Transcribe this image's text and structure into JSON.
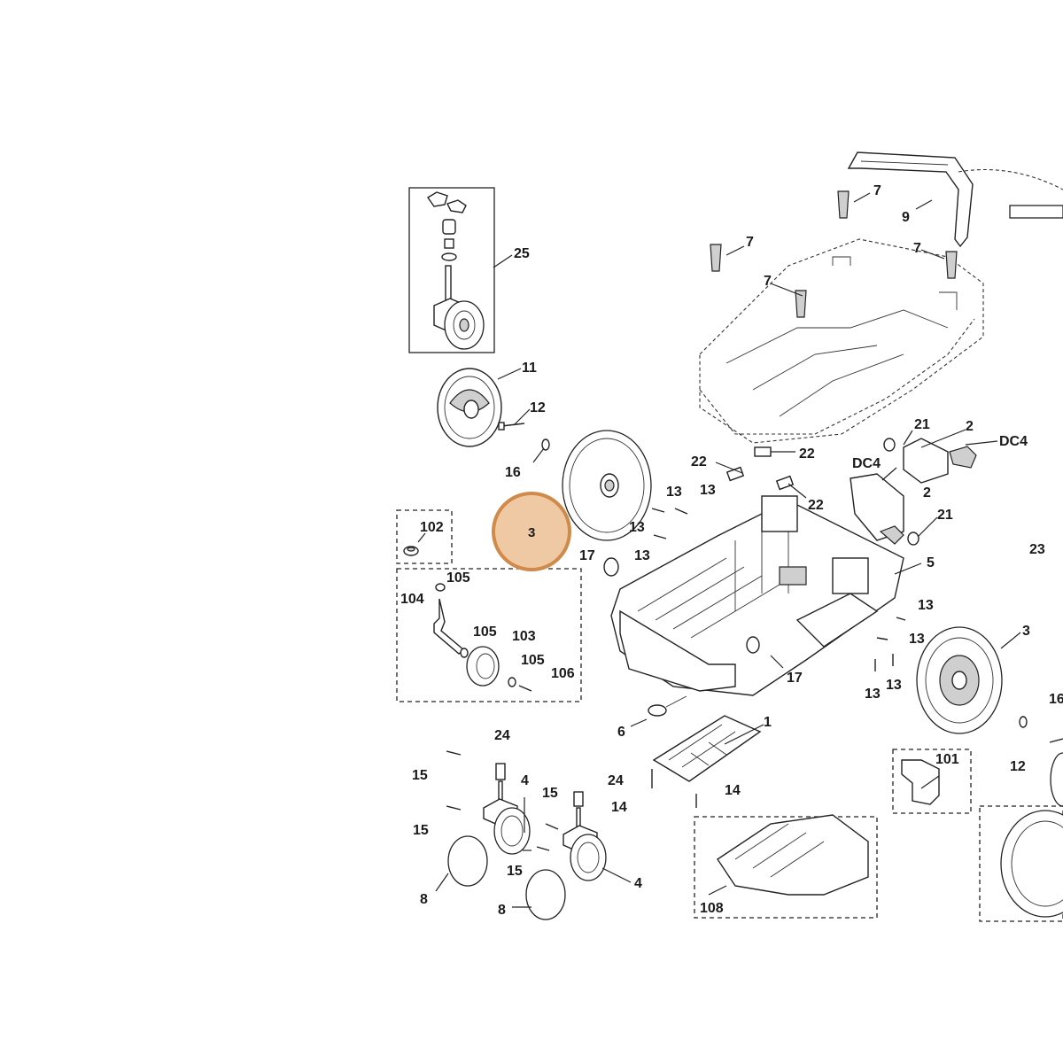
{
  "diagram": {
    "highlight": {
      "label": "3",
      "color": "#d08a4a",
      "fill": "#efc9a4"
    },
    "callouts": [
      {
        "id": "c25",
        "text": "25"
      },
      {
        "id": "c11",
        "text": "11"
      },
      {
        "id": "c12a",
        "text": "12"
      },
      {
        "id": "c16a",
        "text": "16"
      },
      {
        "id": "c102",
        "text": "102"
      },
      {
        "id": "c105a",
        "text": "105"
      },
      {
        "id": "c104",
        "text": "104"
      },
      {
        "id": "c105b",
        "text": "105"
      },
      {
        "id": "c103",
        "text": "103"
      },
      {
        "id": "c105c",
        "text": "105"
      },
      {
        "id": "c106",
        "text": "106"
      },
      {
        "id": "c17a",
        "text": "17"
      },
      {
        "id": "c13a",
        "text": "13"
      },
      {
        "id": "c13b",
        "text": "13"
      },
      {
        "id": "c13c",
        "text": "13"
      },
      {
        "id": "c13d",
        "text": "13"
      },
      {
        "id": "c22a",
        "text": "22"
      },
      {
        "id": "c22b",
        "text": "22"
      },
      {
        "id": "c22c",
        "text": "22"
      },
      {
        "id": "c7a",
        "text": "7"
      },
      {
        "id": "c7b",
        "text": "7"
      },
      {
        "id": "c7c",
        "text": "7"
      },
      {
        "id": "c7d",
        "text": "7"
      },
      {
        "id": "c9",
        "text": "9"
      },
      {
        "id": "c21a",
        "text": "21"
      },
      {
        "id": "c21b",
        "text": "21"
      },
      {
        "id": "c2a",
        "text": "2"
      },
      {
        "id": "c2b",
        "text": "2"
      },
      {
        "id": "cdc4a",
        "text": "DC4"
      },
      {
        "id": "cdc4b",
        "text": "DC4"
      },
      {
        "id": "c23",
        "text": "23"
      },
      {
        "id": "c5",
        "text": "5"
      },
      {
        "id": "c13e",
        "text": "13"
      },
      {
        "id": "c13f",
        "text": "13"
      },
      {
        "id": "c13g",
        "text": "13"
      },
      {
        "id": "c13h",
        "text": "13"
      },
      {
        "id": "c3b",
        "text": "3"
      },
      {
        "id": "c16b",
        "text": "16"
      },
      {
        "id": "c12b",
        "text": "12"
      },
      {
        "id": "c17b",
        "text": "17"
      },
      {
        "id": "c6",
        "text": "6"
      },
      {
        "id": "c1",
        "text": "1"
      },
      {
        "id": "c14a",
        "text": "14"
      },
      {
        "id": "c14b",
        "text": "14"
      },
      {
        "id": "c24a",
        "text": "24"
      },
      {
        "id": "c24b",
        "text": "24"
      },
      {
        "id": "c15a",
        "text": "15"
      },
      {
        "id": "c15b",
        "text": "15"
      },
      {
        "id": "c15c",
        "text": "15"
      },
      {
        "id": "c15d",
        "text": "15"
      },
      {
        "id": "c4a",
        "text": "4"
      },
      {
        "id": "c4b",
        "text": "4"
      },
      {
        "id": "c8a",
        "text": "8"
      },
      {
        "id": "c8b",
        "text": "8"
      },
      {
        "id": "c101",
        "text": "101"
      },
      {
        "id": "c108",
        "text": "108"
      }
    ]
  }
}
